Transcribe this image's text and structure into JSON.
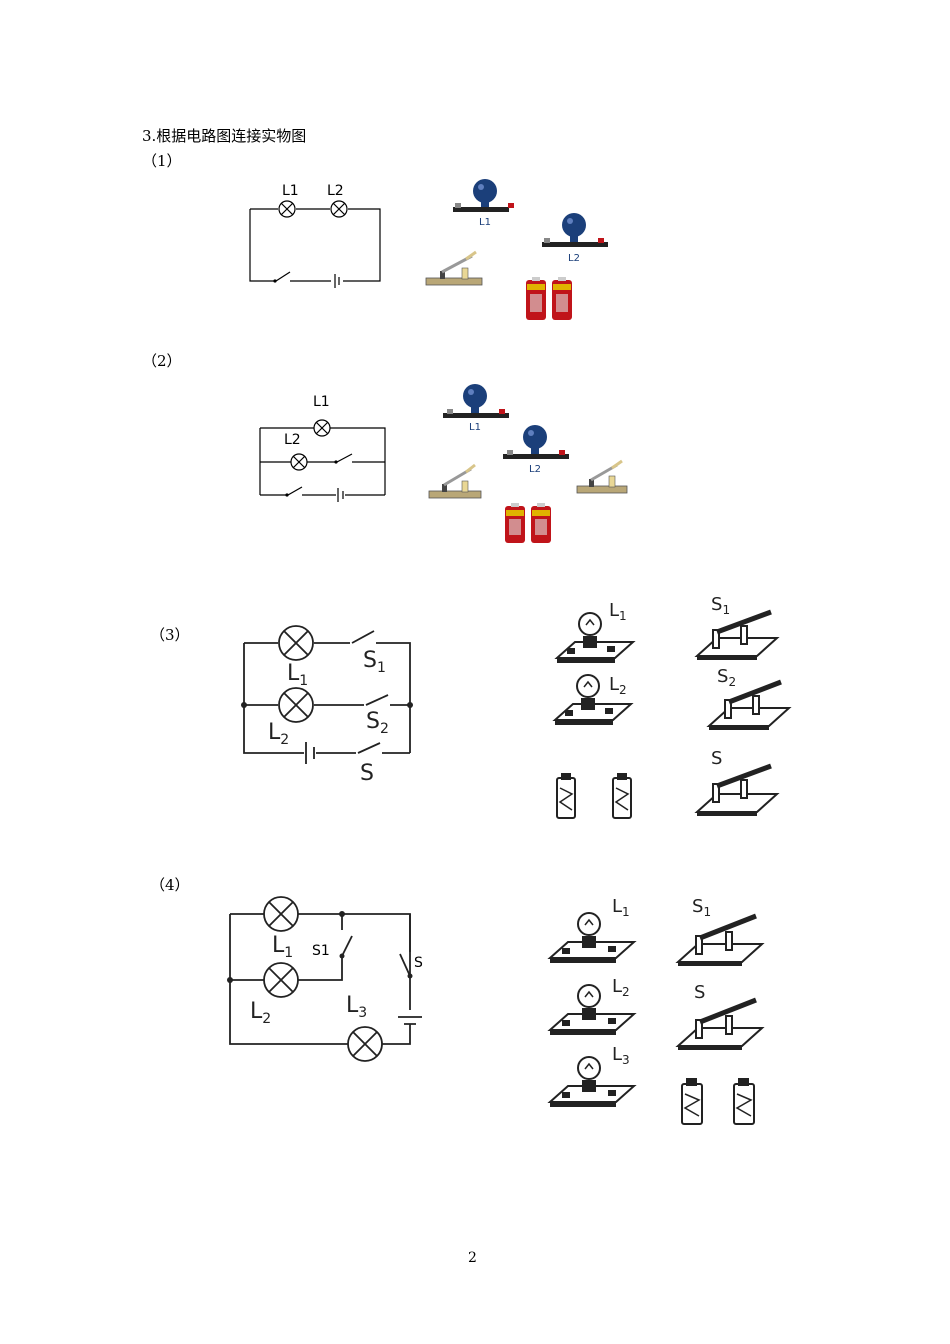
{
  "question": {
    "title": "3.根据电路图连接实物图",
    "parts": [
      {
        "label": "（1）"
      },
      {
        "label": "（2）"
      },
      {
        "label": "（3）"
      },
      {
        "label": "（4）"
      }
    ]
  },
  "labels": {
    "L1": "L1",
    "L2": "L2",
    "L3": "L3",
    "S": "S",
    "S1": "S1",
    "S2": "S2",
    "L1_sub_main": "L",
    "sub1": "1",
    "sub2": "2",
    "sub3": "3",
    "S_main": "S"
  },
  "page_number": "2",
  "colors": {
    "bulb": "#1b3f7a",
    "battery": "#c0141a",
    "switch_base": "#b9a777",
    "wire": "#000000",
    "sketch": "#222222"
  }
}
